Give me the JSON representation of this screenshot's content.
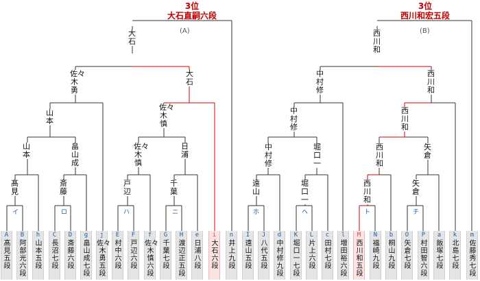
{
  "headers": {
    "a_rank": "3位",
    "a_name": "大石直嗣六段",
    "b_rank": "3位",
    "b_name": "西川和宏五段",
    "a_mark": "(A)",
    "b_mark": "(B)"
  },
  "colors": {
    "win_line": "#d00000",
    "line": "#333333",
    "code": "#1a5fa8"
  },
  "block_labels": {
    "i": "イ",
    "ro": "ロ",
    "ha": "ハ",
    "ni": "ニ",
    "ho": "ホ",
    "he": "ヘ",
    "to": "ト",
    "chi": "チ"
  },
  "players": [
    {
      "code": "A",
      "name": "髙見五段"
    },
    {
      "code": "B",
      "name": "阿部光六段"
    },
    {
      "code": "h",
      "name": "山本五段"
    },
    {
      "code": "C",
      "name": "長沼七段"
    },
    {
      "code": "D",
      "name": "斎藤六段"
    },
    {
      "code": "g",
      "name": "畠山成七段"
    },
    {
      "code": "j",
      "name": "佐々木勇五段"
    },
    {
      "code": "E",
      "name": "村中六段"
    },
    {
      "code": "F",
      "name": "戸辺六段"
    },
    {
      "code": "f",
      "name": "佐々木慎六段"
    },
    {
      "code": "G",
      "name": "千葉七段"
    },
    {
      "code": "H",
      "name": "渡辺正五段"
    },
    {
      "code": "e",
      "name": "日浦八段"
    },
    {
      "code": "i",
      "name": "大石六段"
    },
    {
      "code": "n",
      "name": "井上九段"
    },
    {
      "code": "I",
      "name": "遠山五段"
    },
    {
      "code": "J",
      "name": "八代五段"
    },
    {
      "code": "d",
      "name": "中村修九段"
    },
    {
      "code": "K",
      "name": "堀口一七段"
    },
    {
      "code": "L",
      "name": "片上六段"
    },
    {
      "code": "c",
      "name": "田村七段"
    },
    {
      "code": "l",
      "name": "増田裕六段"
    },
    {
      "code": "M",
      "name": "西川和五段"
    },
    {
      "code": "N",
      "name": "福崎九段"
    },
    {
      "code": "b",
      "name": "桐山九段"
    },
    {
      "code": "O",
      "name": "矢倉七段"
    },
    {
      "code": "P",
      "name": "村田智六段"
    },
    {
      "code": "a",
      "name": "飯塚七段"
    },
    {
      "code": "k",
      "name": "北島七段"
    },
    {
      "code": "m",
      "name": "佐藤秀七段"
    }
  ],
  "winners": {
    "l_r1a": "髙見",
    "l_r1b": "斎藤",
    "l_r2a": "山本",
    "l_r2b": "畠山成",
    "l_r3a": "山本",
    "l_r4a": "佐々木勇",
    "l_r1c": "戸辺",
    "l_r1d": "千葉",
    "l_r2c": "佐々木慎",
    "l_r2d": "日浦",
    "l_r3b": "佐々木慎",
    "l_r4b": "大石",
    "l_final": "大石",
    "r_r1a": "遠山",
    "r_r1b": "堀口一",
    "r_r2a": "中村修",
    "r_r2b": "堀口一",
    "r_r3a": "中村修",
    "r_r4a": "中村修",
    "r_r1c": "西川和",
    "r_r1d": "矢倉",
    "r_r2c": "西川和",
    "r_r2d": "矢倉",
    "r_r3b": "西川和",
    "r_r4b": "西川和",
    "r_final": "西川和"
  }
}
